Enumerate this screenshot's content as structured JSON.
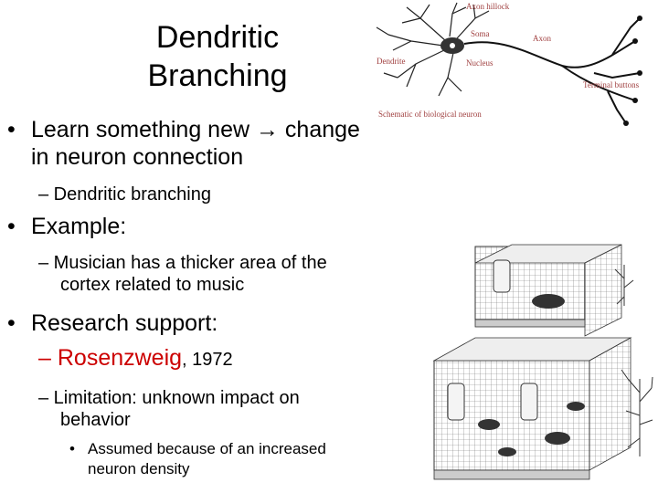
{
  "slide": {
    "title_line1": "Dendritic",
    "title_line2": "Branching",
    "bullets": [
      {
        "text_before": "Learn something new ",
        "arrow": "→",
        "text_after": " change",
        "line2": "in neuron connection"
      },
      {
        "sub": "– Dendritic branching"
      },
      {
        "text": "Example:"
      },
      {
        "sub_line1": "– Musician has a thicker area of the",
        "sub_line2": "cortex related to music"
      },
      {
        "text": "Research support:"
      },
      {
        "dash": "– ",
        "highlight": "Rosenzweig",
        "after": ", 1972"
      },
      {
        "sub_line1": "– Limitation: unknown impact on",
        "sub_line2": "behavior"
      },
      {
        "subsub_line1": "Assumed because of an increased",
        "subsub_line2": "neuron density"
      }
    ],
    "bullet_glyph": "•",
    "highlight_color": "#cc0000"
  },
  "neuron_diagram": {
    "labels": {
      "dendrite": "Dendrite",
      "soma": "Soma",
      "nucleus": "Nucleus",
      "axon": "Axon",
      "axon_hillock": "Axon hillock",
      "terminal": "Terminal buttons",
      "caption": "Schematic of biological neuron"
    }
  }
}
